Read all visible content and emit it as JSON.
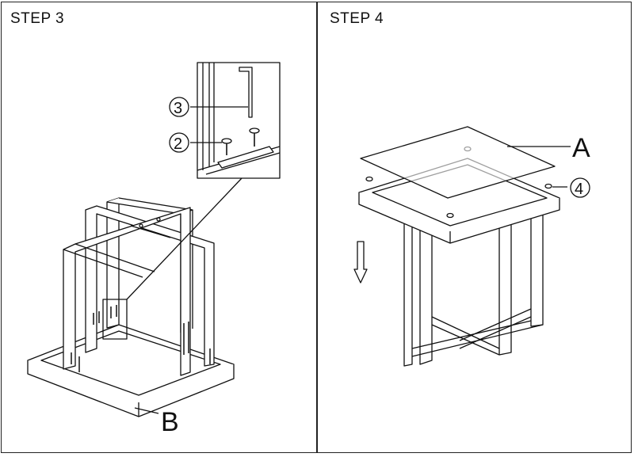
{
  "steps": [
    {
      "title": "STEP 3",
      "labels": {
        "part_b": "B",
        "callout_3": "3",
        "callout_2": "2"
      }
    },
    {
      "title": "STEP 4",
      "labels": {
        "part_a": "A",
        "callout_4": "4"
      }
    }
  ],
  "colors": {
    "line": "#111111",
    "background": "#ffffff"
  }
}
